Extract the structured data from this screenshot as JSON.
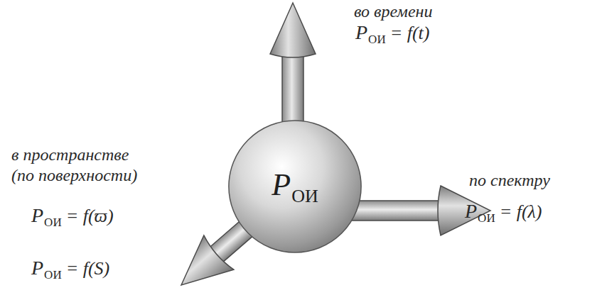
{
  "diagram": {
    "nodes": [
      {
        "text": [
          "P",
          "ОИ"
        ]
      }
    ],
    "labels": [
      "во времени",
      "P",
      "ОИ",
      "= f(t)",
      "в пространстве (по поверхности)",
      "P",
      "ОИ",
      "= f(ϖ)",
      "P",
      "ОИ",
      "= f(S)",
      "по спектру",
      "P",
      "ОИ",
      "= f(λ)"
    ]
  }
}
